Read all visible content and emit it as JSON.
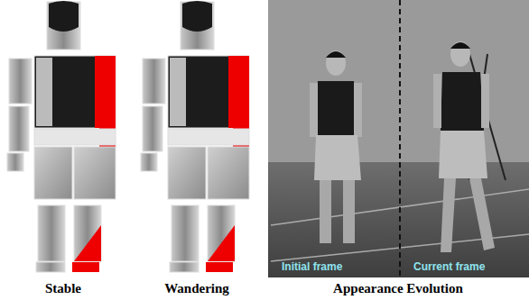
{
  "diagram": {
    "labels": [
      "Stable",
      "Wandering",
      "Appearance Evolution",
      "Initial frame",
      "Current frame"
    ]
  }
}
